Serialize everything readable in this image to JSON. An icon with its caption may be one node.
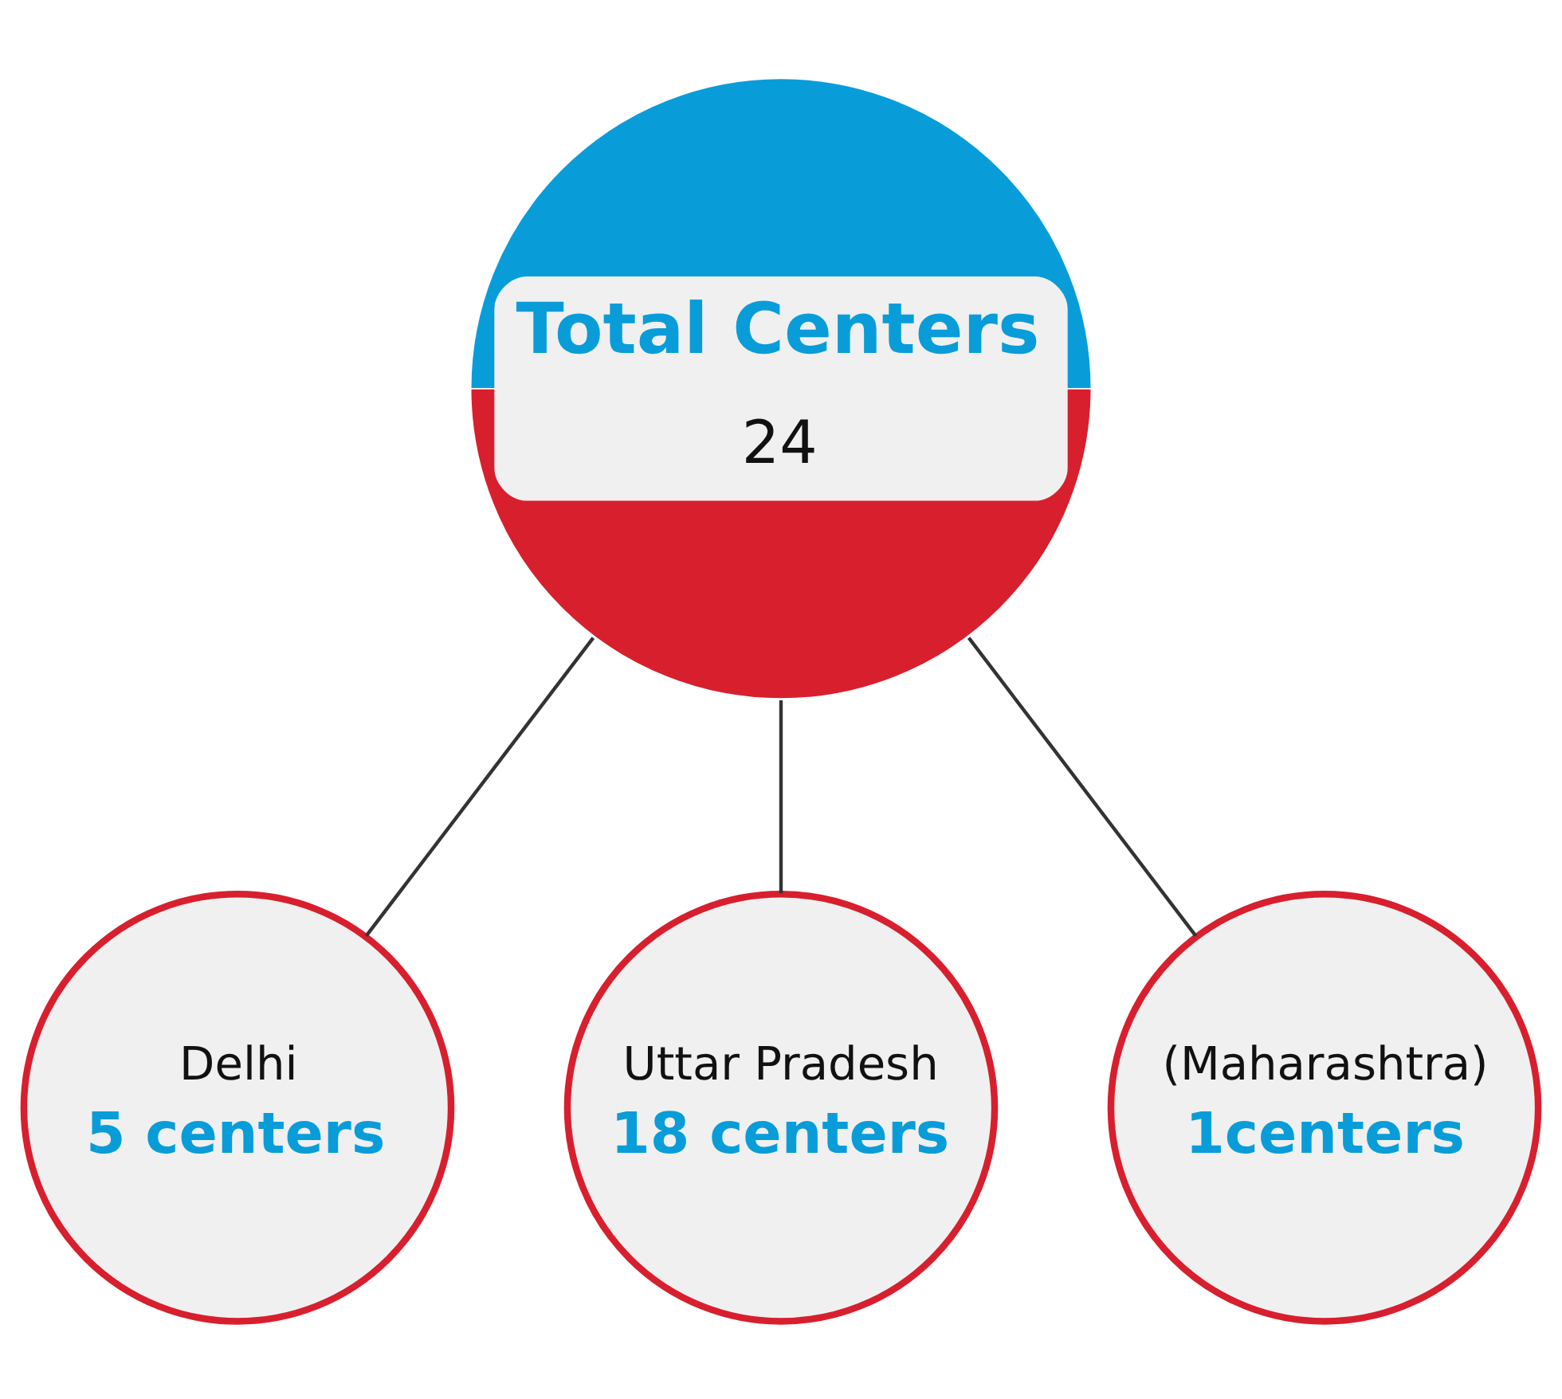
{
  "diagram": {
    "nodes": [
      {
        "text": [
          "Total Centers",
          "24"
        ]
      },
      {
        "text": [
          "Delhi",
          "5 centers"
        ]
      },
      {
        "text": [
          "Uttar Pradesh",
          "18 centers"
        ]
      },
      {
        "text": [
          "(Maharashtra)",
          "1centers"
        ]
      }
    ],
    "edges": [
      {
        "from": 0,
        "to": 1,
        "arrow": "none"
      },
      {
        "from": 0,
        "to": 2,
        "arrow": "none"
      },
      {
        "from": 0,
        "to": 3,
        "arrow": "none"
      }
    ]
  }
}
